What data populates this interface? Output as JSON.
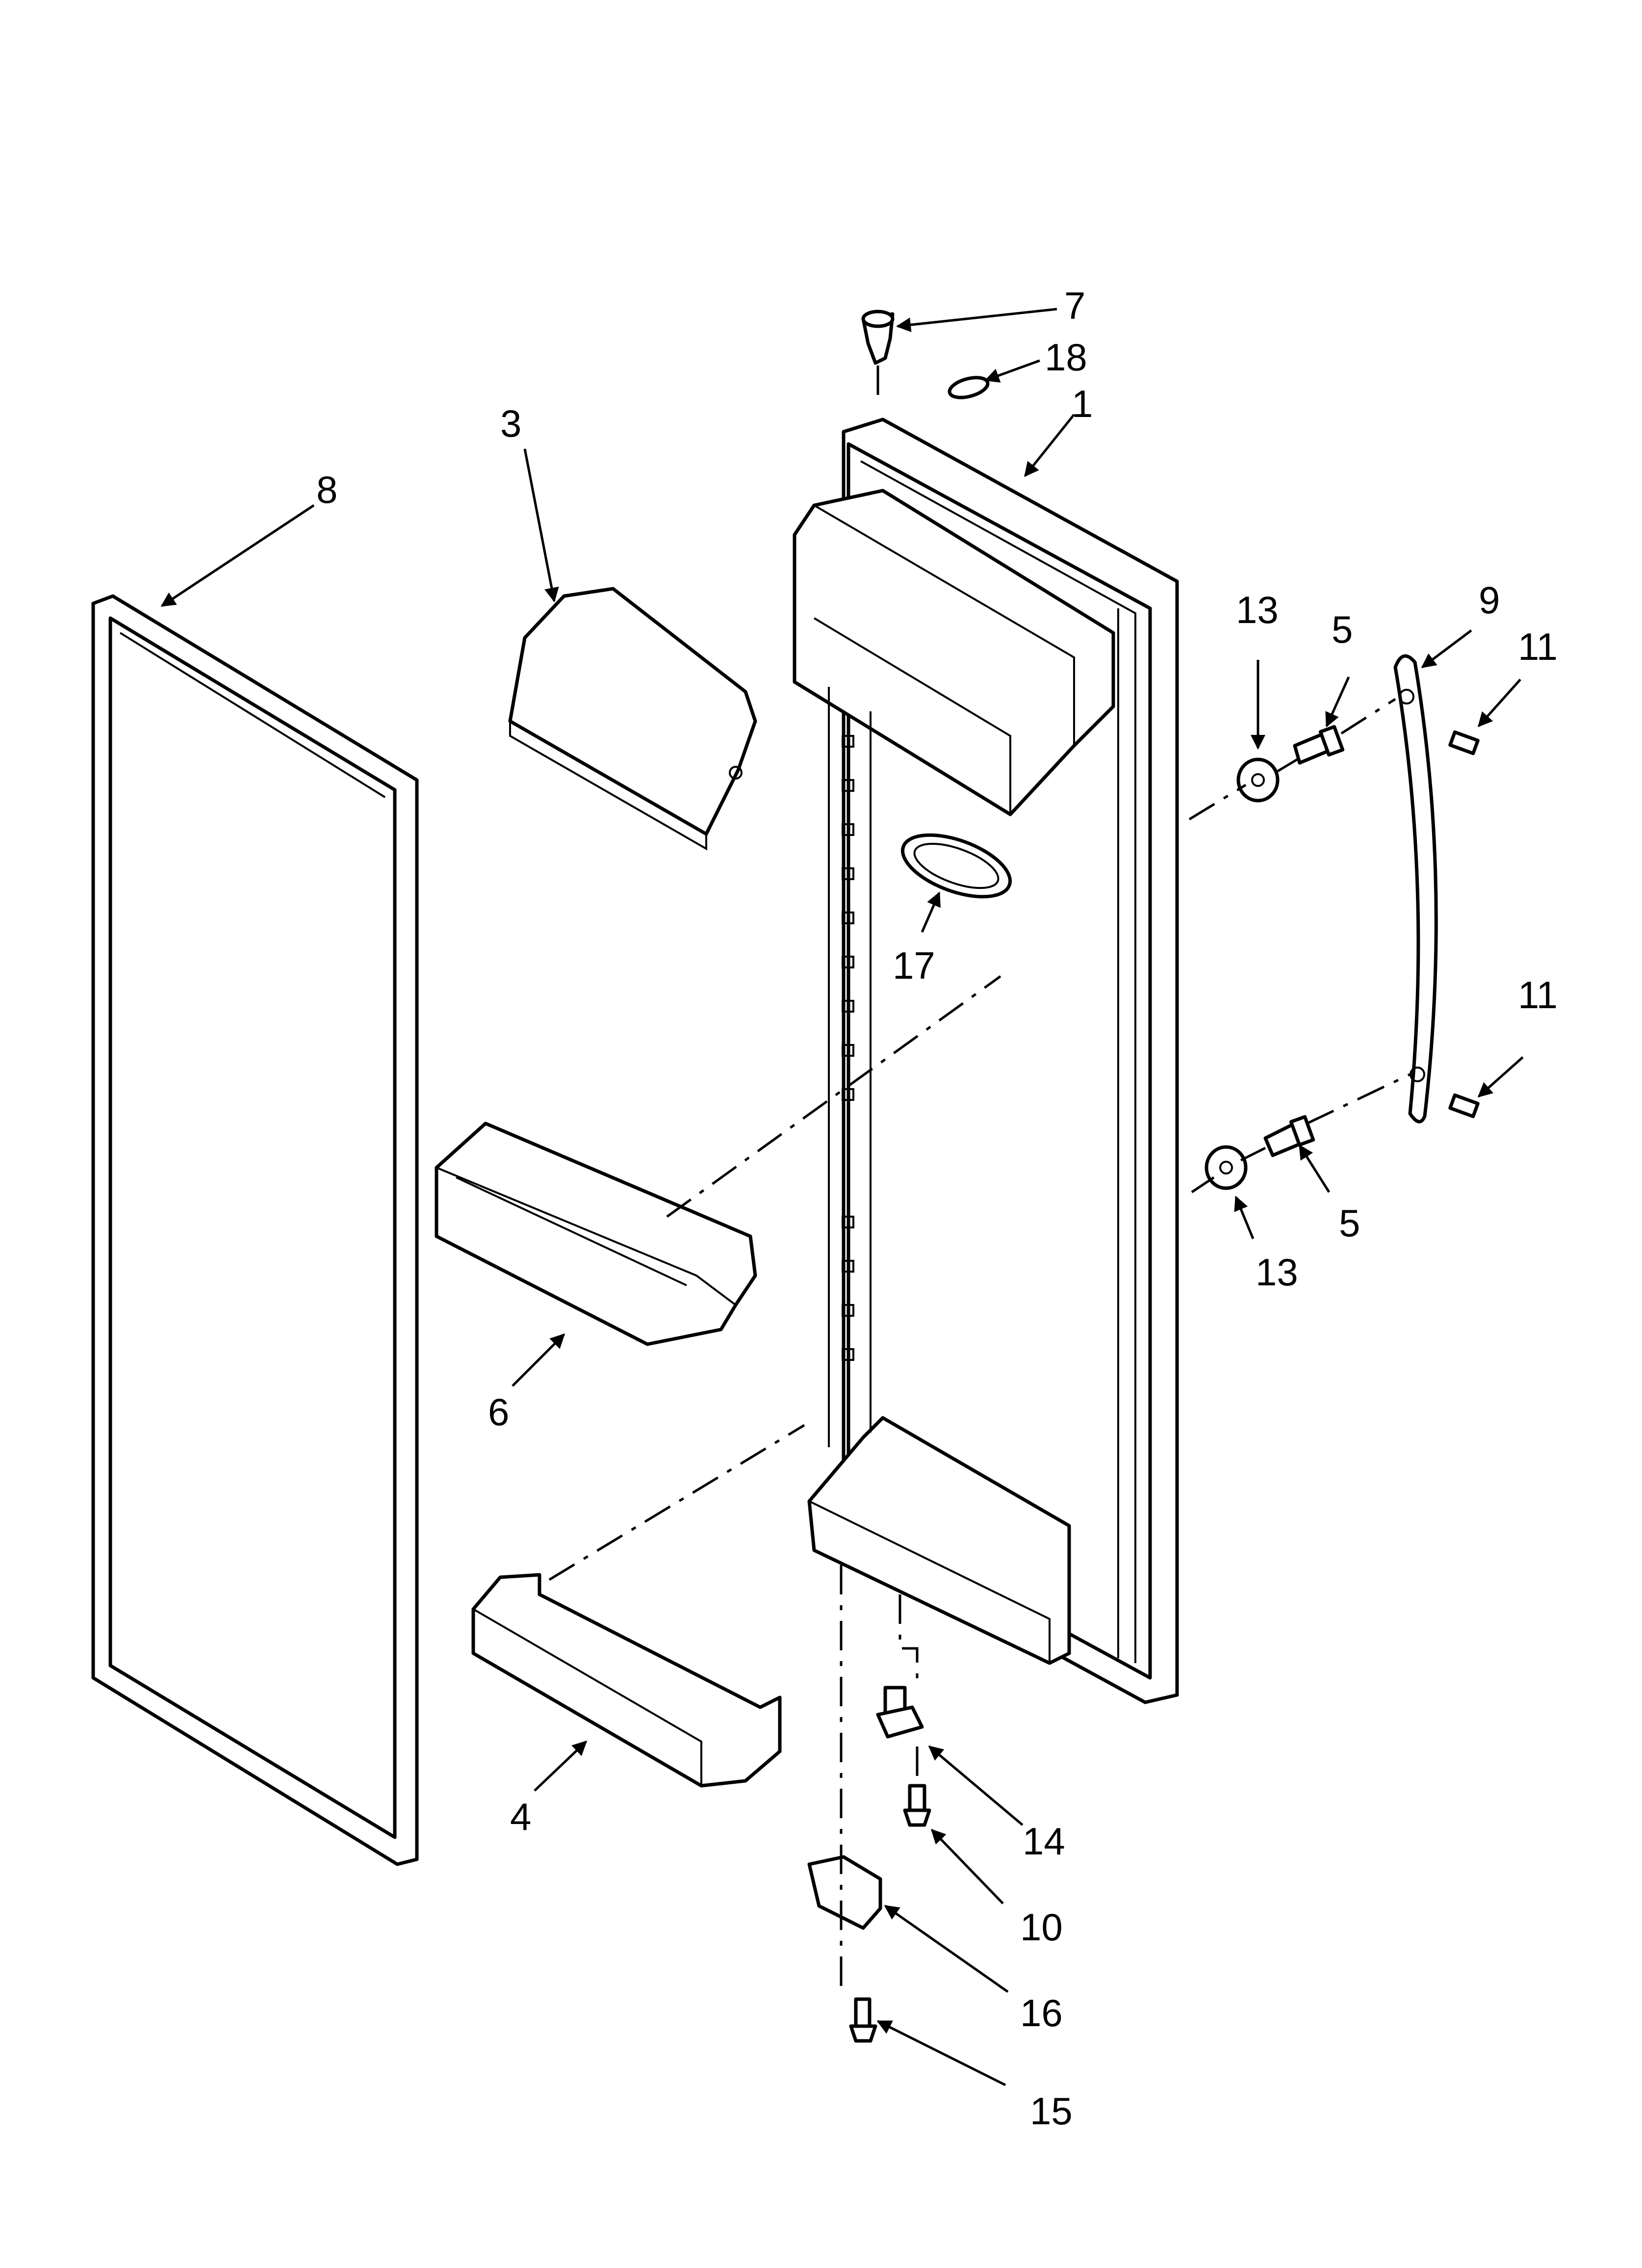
{
  "callouts": {
    "c1": "1",
    "c3": "3",
    "c4": "4",
    "c5a": "5",
    "c5b": "5",
    "c6": "6",
    "c7": "7",
    "c8": "8",
    "c9": "9",
    "c10": "10",
    "c11a": "11",
    "c11b": "11",
    "c13a": "13",
    "c13b": "13",
    "c14": "14",
    "c15": "15",
    "c16": "16",
    "c17": "17",
    "c18": "18"
  }
}
